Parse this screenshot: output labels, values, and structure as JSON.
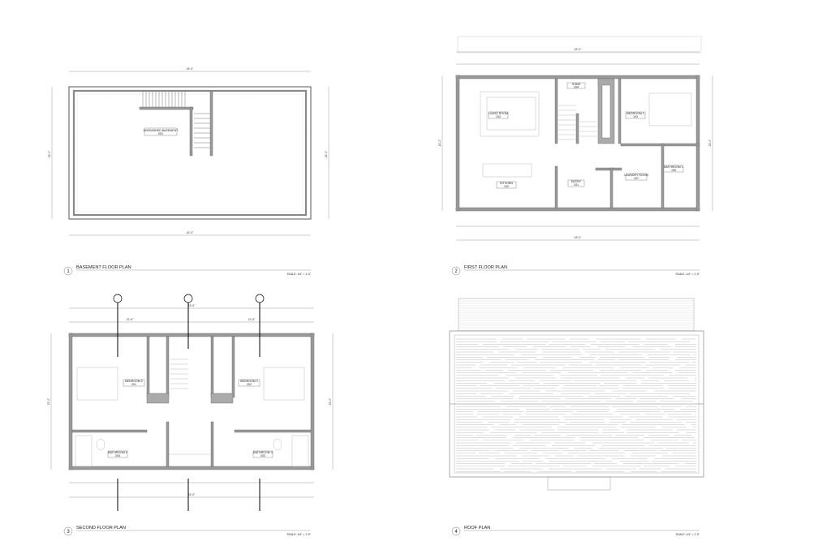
{
  "sheet": {
    "views": [
      {
        "number": "1",
        "title": "BASEMENT FLOOR PLAN",
        "scale": "SCALE: 1/4\" = 1'-0\""
      },
      {
        "number": "2",
        "title": "FIRST FLOOR PLAN",
        "scale": "SCALE: 1/4\" = 1'-0\""
      },
      {
        "number": "3",
        "title": "SECOND FLOOR PLAN",
        "scale": "SCALE: 1/4\" = 1'-0\""
      },
      {
        "number": "4",
        "title": "ROOF PLAN",
        "scale": "SCALE: 1/4\" = 1'-0\""
      }
    ]
  },
  "basement": {
    "rooms": [
      {
        "name": "UNFINISHED BASEMENT",
        "number": "001"
      }
    ],
    "dims": {
      "width": "43'-0\"",
      "depth": "23'-0\""
    }
  },
  "first_floor": {
    "rooms": [
      {
        "name": "LIVING ROOM",
        "number": "102"
      },
      {
        "name": "STAIR",
        "number": "104"
      },
      {
        "name": "BEDROOM 1",
        "number": "103"
      },
      {
        "name": "KITCHEN",
        "number": "102"
      },
      {
        "name": "ENTRY",
        "number": "101"
      },
      {
        "name": "LAUNDRY ROOM",
        "number": "107"
      },
      {
        "name": "BATHROOM 1",
        "number": "106"
      }
    ],
    "dims": {
      "width": "43'-0\"",
      "depth": "23'-0\""
    }
  },
  "second_floor": {
    "rooms": [
      {
        "name": "BEDROOM 2",
        "number": "201"
      },
      {
        "name": "BEDROOM 3",
        "number": "202"
      },
      {
        "name": "BATHROOM 2",
        "number": "204"
      },
      {
        "name": "BATHROOM 3",
        "number": "203"
      }
    ],
    "dims": {
      "width": "43'-0\"",
      "depth": "23'-0\"",
      "half_left": "21'-6\"",
      "half_right": "21'-6\""
    }
  }
}
